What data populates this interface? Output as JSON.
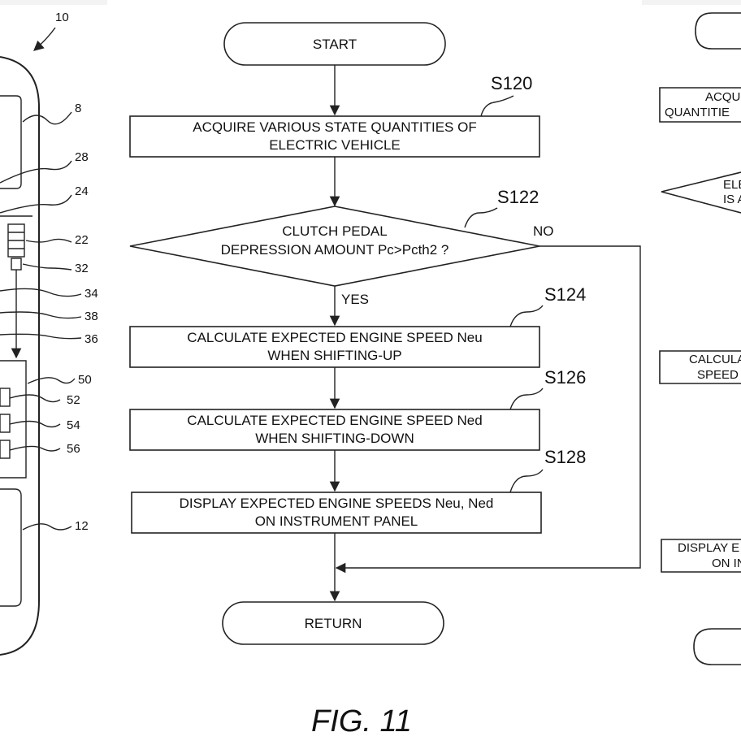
{
  "figure": {
    "caption": "FIG. 11",
    "device_label": "10"
  },
  "flowchart": {
    "start": "START",
    "end": "RETURN",
    "steps": [
      {
        "id": "S120",
        "lines": [
          "ACQUIRE VARIOUS STATE QUANTITIES OF",
          "ELECTRIC VEHICLE"
        ]
      },
      {
        "id": "S122",
        "lines": [
          "CLUTCH PEDAL",
          "DEPRESSION AMOUNT Pc>Pcth2 ?"
        ]
      },
      {
        "id": "S124",
        "lines": [
          "CALCULATE EXPECTED ENGINE SPEED Neu",
          "WHEN SHIFTING-UP"
        ]
      },
      {
        "id": "S126",
        "lines": [
          "CALCULATE EXPECTED ENGINE SPEED Ned",
          "WHEN SHIFTING-DOWN"
        ]
      },
      {
        "id": "S128",
        "lines": [
          "DISPLAY EXPECTED ENGINE SPEEDS Neu, Ned",
          "ON INSTRUMENT PANEL"
        ]
      }
    ],
    "yes_label": "YES",
    "no_label": "NO"
  },
  "left_panel": {
    "refs": [
      "8",
      "28",
      "24",
      "22",
      "32",
      "34",
      "38",
      "36",
      "50",
      "52",
      "54",
      "56",
      "12"
    ]
  },
  "right_panel": {
    "fragments": [
      {
        "lines": [
          "ACQUI",
          "QUANTITIE"
        ]
      },
      {
        "lines": [
          "ELE",
          "IS A"
        ]
      },
      {
        "lines": [
          "CALCULA",
          "SPEED"
        ]
      },
      {
        "lines": [
          "DISPLAY E",
          "ON IN"
        ]
      }
    ]
  }
}
